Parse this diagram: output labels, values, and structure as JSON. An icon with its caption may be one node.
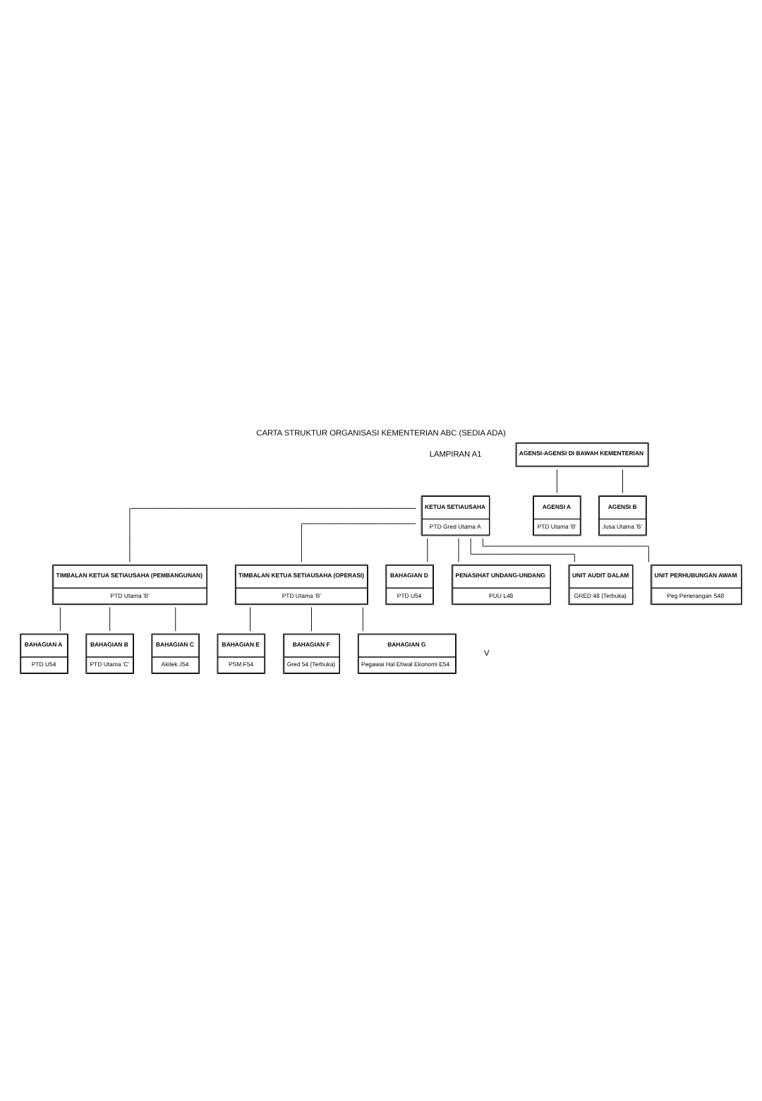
{
  "diagram": {
    "title": "CARTA STRUKTUR ORGANISASI KEMENTERIAN ABC (SEDIA ADA)",
    "nodes": [
      {
        "text": [
          "KETUA SETIAUSAHA",
          "PTD Gred Utama A"
        ]
      },
      {
        "text": [
          "AGENSI-AGENSI DI BAWAH KEMENTERIAN"
        ]
      },
      {
        "text": [
          "TIMBALAN KETUA SETIAUSAHA (PEMBANGUNAN)",
          "PTD Utama 'B'"
        ]
      },
      {
        "text": [
          "TIMBALAN KETUA SETIAUSAHA (OPERASI)",
          "PTD Utama 'B'"
        ]
      },
      {
        "text": [
          "AGENSI A",
          "PTD Utama 'B'"
        ]
      },
      {
        "text": [
          "AGENSI B",
          "Jusa Utama 'B'"
        ]
      },
      {
        "text": [
          "BAHAGIAN A",
          "PTD U54"
        ]
      },
      {
        "text": [
          "BAHAGIAN B",
          "PTD Utama 'C'"
        ]
      },
      {
        "text": [
          "BAHAGIAN C",
          "Akitek J54"
        ]
      },
      {
        "text": [
          "BAHAGIAN D",
          "PTD U54"
        ]
      },
      {
        "text": [
          "BAHAGIAN E",
          "PSM F54"
        ]
      },
      {
        "text": [
          "BAHAGIAN F",
          "Gred 54 (Terbuka)"
        ]
      },
      {
        "text": [
          "BAHAGIAN G",
          "Pegawai Hal Ehwal Ekonomi E54"
        ]
      },
      {
        "text": [
          "PENASIHAT UNDANG-UNDANG",
          "PUU L48"
        ]
      },
      {
        "text": [
          "UNIT AUDIT DALAM",
          "GRED 48 (Terbuka)"
        ]
      },
      {
        "text": [
          "UNIT PERHUBUNGAN AWAM",
          "Peg Penerangan S48"
        ]
      }
    ],
    "edges": [
      {
        "from": 0,
        "to": 2,
        "arrow": "none"
      },
      {
        "from": 0,
        "to": 3,
        "arrow": "none"
      },
      {
        "from": 0,
        "to": 9,
        "arrow": "none"
      },
      {
        "from": 0,
        "to": 13,
        "arrow": "none"
      },
      {
        "from": 0,
        "to": 14,
        "arrow": "none"
      },
      {
        "from": 0,
        "to": 15,
        "arrow": "none"
      },
      {
        "from": 1,
        "to": 4,
        "arrow": "none"
      },
      {
        "from": 1,
        "to": 5,
        "arrow": "none"
      },
      {
        "from": 2,
        "to": 6,
        "arrow": "none"
      },
      {
        "from": 2,
        "to": 7,
        "arrow": "none"
      },
      {
        "from": 2,
        "to": 8,
        "arrow": "none"
      },
      {
        "from": 3,
        "to": 10,
        "arrow": "none"
      },
      {
        "from": 3,
        "to": 11,
        "arrow": "none"
      },
      {
        "from": 3,
        "to": 12,
        "arrow": "none"
      }
    ],
    "labels": [
      "LAMPIRAN A1",
      "V"
    ]
  }
}
